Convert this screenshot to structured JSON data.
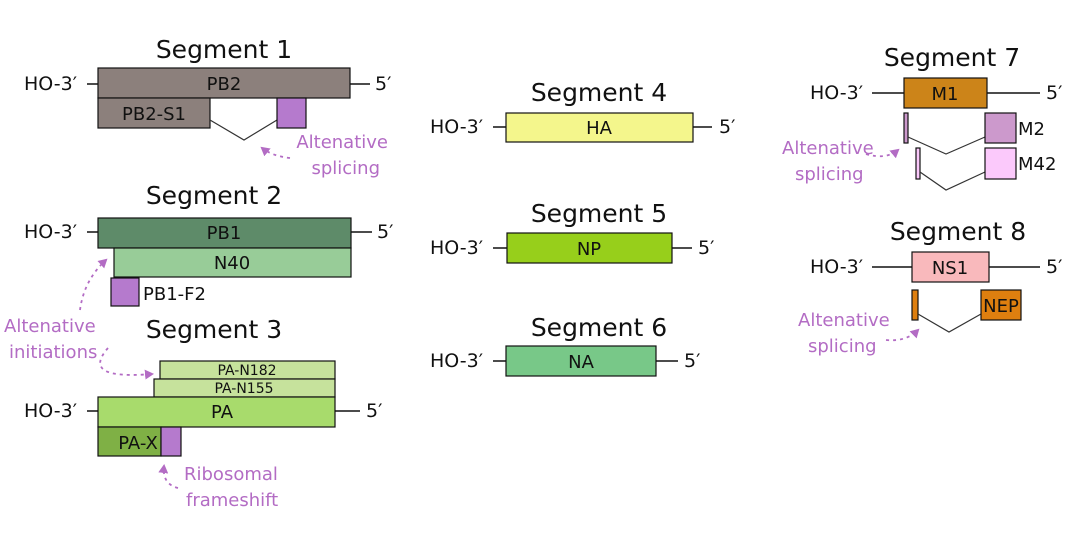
{
  "segments": {
    "s1": {
      "title": "Segment 1",
      "left": "HO-3′",
      "right": "5′",
      "main": "PB2",
      "sub": "PB2-S1",
      "note_line1": "Altenative",
      "note_line2": "splicing"
    },
    "s2": {
      "title": "Segment 2",
      "left": "HO-3′",
      "right": "5′",
      "main": "PB1",
      "n40": "N40",
      "pbf2": "PB1-F2",
      "note_line1": "Altenative",
      "note_line2": "initiations"
    },
    "s3": {
      "title": "Segment 3",
      "left": "HO-3′",
      "right": "5′",
      "n182": "PA-N182",
      "n155": "PA-N155",
      "main": "PA",
      "pax": "PA-X",
      "note_line1": "Ribosomal",
      "note_line2": "frameshift"
    },
    "s4": {
      "title": "Segment 4",
      "left": "HO-3′",
      "right": "5′",
      "main": "HA"
    },
    "s5": {
      "title": "Segment 5",
      "left": "HO-3′",
      "right": "5′",
      "main": "NP"
    },
    "s6": {
      "title": "Segment 6",
      "left": "HO-3′",
      "right": "5′",
      "main": "NA"
    },
    "s7": {
      "title": "Segment 7",
      "left": "HO-3′",
      "right": "5′",
      "main": "M1",
      "m2": "M2",
      "m42": "M42",
      "note_line1": "Altenative",
      "note_line2": "splicing"
    },
    "s8": {
      "title": "Segment 8",
      "left": "HO-3′",
      "right": "5′",
      "main": "NS1",
      "nep": "NEP",
      "note_line1": "Altenative",
      "note_line2": "splicing"
    }
  },
  "colors": {
    "pb2": "#8c807c",
    "pb2_s1": "#8c807c",
    "splice_purple": "#b57acd",
    "pb1": "#5e8b69",
    "n40": "#98cc98",
    "pb1_f2": "#b57acd",
    "pa": "#a8db6c",
    "pa_n": "#c6e29c",
    "pa_x": "#7fb045",
    "ha": "#f4f68c",
    "np": "#97cf1b",
    "na": "#78c888",
    "m1": "#cc8419",
    "m2": "#cc99cc",
    "m42": "#fbc9fb",
    "ns1": "#f9b9bc",
    "nep": "#de7f0f",
    "note": "#b36cc4"
  }
}
